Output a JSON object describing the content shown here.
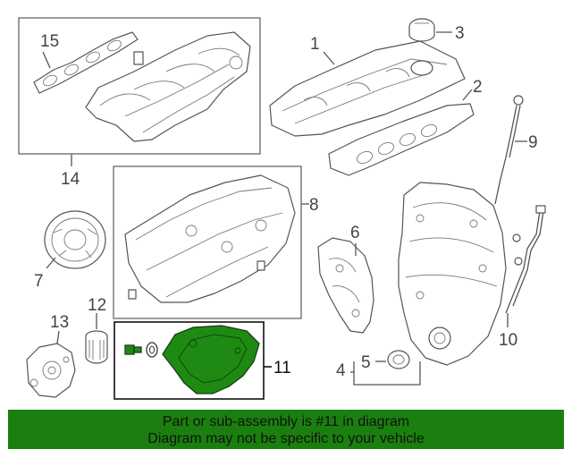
{
  "colors": {
    "highlight": "#1e8a14",
    "banner_bg": "#1a7f0e",
    "line": "#555555"
  },
  "callouts": {
    "c1": "1",
    "c2": "2",
    "c3": "3",
    "c4": "4",
    "c5": "5",
    "c6": "6",
    "c7": "7",
    "c8": "8",
    "c9": "9",
    "c10": "10",
    "c11": "11",
    "c12": "12",
    "c13": "13",
    "c14": "14",
    "c15": "15"
  },
  "highlighted_part": "11",
  "banner": {
    "line1": "Part or sub-assembly is #11 in diagram",
    "line2": "Diagram may not be specific to your vehicle"
  }
}
